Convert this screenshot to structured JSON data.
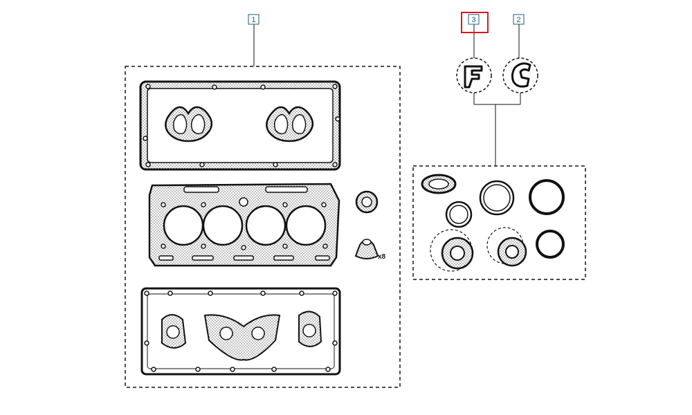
{
  "callouts": {
    "kit_left": "1",
    "seal_b": "2",
    "seal_a": "3"
  },
  "quantity_label": "x8",
  "colors": {
    "highlight": "#e0141e",
    "callout": "#1a5c7a",
    "line": "#111111"
  },
  "highlighted_callout": "3"
}
